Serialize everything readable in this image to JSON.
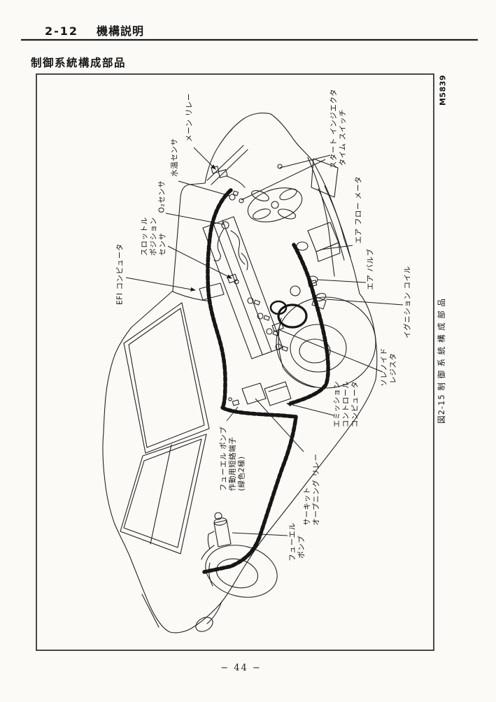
{
  "header": {
    "section_number": "2-12",
    "section_title": "機構説明"
  },
  "subtitle": "制御系統構成部品",
  "figure": {
    "code": "M5839",
    "caption": "図2-15 制 御 系 統 構 成 部 品",
    "labels": {
      "main_relay": "メーン リレー",
      "water_temp_sensor": "水温センサ",
      "o2_sensor": "O₂センサ",
      "throttle_position_sensor": "スロットル\nポジション\nセンサ",
      "efi_computer": "EFI コンピュータ",
      "start_injector_time_switch": "スタート インジエクタ\n タイム スイッチ",
      "air_flow_meter": "エア フロー メータ",
      "air_valve": "エア バルブ",
      "ignition_coil": "イグニション コイル",
      "solenoid_resistor": "ソレノイド\n レジスタ",
      "emission_control_computer": "エミッション\nコントロール\nコンピュータ",
      "fuel_pump_terminal": "フューエル ポンプ\n作動用短絡端子\n(緑色2極)",
      "circuit_opening_relay": "サーキット\nオープニング リレー",
      "fuel_pump": "フューエル\n ポンプ"
    }
  },
  "footer": {
    "page_number": "− 44 −"
  },
  "colors": {
    "ink": "#1c1c1c",
    "paper": "#fbfaf6"
  }
}
